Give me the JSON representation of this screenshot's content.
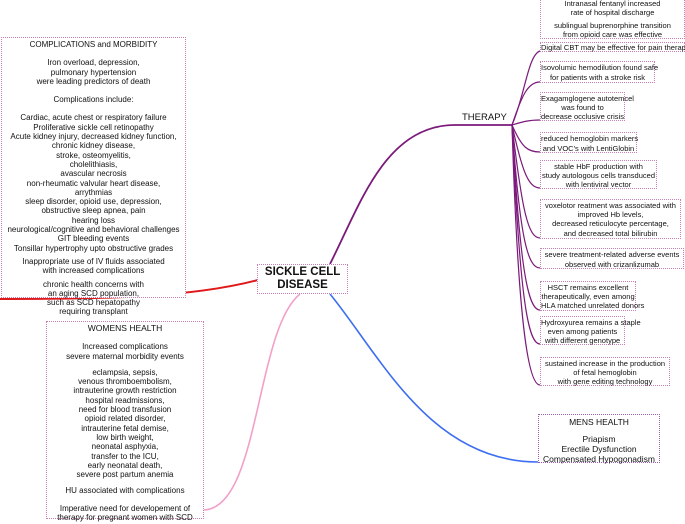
{
  "center": {
    "line1": "SICKLE CELL",
    "line2": "DISEASE"
  },
  "branch_labels": {
    "therapy": "THERAPY"
  },
  "complications": {
    "title": "COMPLICATIONS and MORBIDITY",
    "para1": [
      "Iron overload, depression,",
      "pulmonary hypertension",
      "were leading predictors of death"
    ],
    "para2_title": "Complications include:",
    "para2": [
      "Cardiac, acute chest or respiratory failure",
      "Proliferative sickle cell retinopathy",
      "Acute kidney injury, decreased kidney function,",
      "chronic kidney disease,",
      "stroke, osteomyelitis,",
      "cholelithiasis,",
      "avascular necrosis",
      "non-rheumatic valvular heart disease,",
      "arrythmias",
      "sleep disorder, opioid use, depression,",
      "obstructive sleep apnea, pain",
      "hearing loss",
      "neurological/cognitive and behavioral challenges",
      "GIT bleeding events",
      "Tonsillar hypertrophy upto obstructive grades"
    ],
    "para3": [
      "Inappropriate use of IV fluids associated",
      "with increased complications"
    ],
    "para4": [
      "chronic health concerns with",
      "an aging SCD population,",
      "such as SCD hepatopathy",
      "requiring transplant"
    ]
  },
  "womens": {
    "title": "WOMENS HEALTH",
    "para1": [
      "Increased complications",
      "severe maternal morbidity events"
    ],
    "para2": [
      "eclampsia, sepsis,",
      "venous thromboembolism,",
      "intrauterine growth restriction",
      "hospital readmissions,",
      "need for blood transfusion",
      "opioid related disorder,",
      "intrauterine fetal demise,",
      "low birth weight,",
      "neonatal asphyxia,",
      "transfer to the ICU,",
      "early neonatal death,",
      "severe post partum anemia"
    ],
    "para3": [
      "HU associated with complications"
    ],
    "para4": [
      "Imperative need for developement of",
      "therapy for pregnant women with SCD"
    ]
  },
  "mens": {
    "title": "MENS HEALTH",
    "items": [
      "Priapism",
      "Erectile Dysfunction",
      "Compensated Hypogonadism"
    ]
  },
  "therapy": {
    "top": [
      "Intranasal fentanyl  increased",
      "rate of hospital discharge",
      "",
      "sublingual buprenorphine transition",
      "from opioid care was effective"
    ],
    "items": [
      [
        "Digital CBT may be effective for pain therapy"
      ],
      [
        "Isovolumic hemodilution found safe",
        "for patients with a stroke risk"
      ],
      [
        "Exagamglogene autotemcel",
        "was found to",
        "decrease occlusive crisis"
      ],
      [
        "reduced hemoglobin markers",
        "and VOC's with LentiGlobin"
      ],
      [
        "stable HbF production with",
        "study autologous cells transduced",
        "with lentiviral vector"
      ],
      [
        "voxelotor reatment was associated with",
        "improved Hb levels,",
        "decreased reticulocyte percentage,",
        "and decreased total bilirubin"
      ],
      [
        "severe treatment-related adverse events",
        "observed with crizanlizumab"
      ],
      [
        "HSCT remains excellent",
        "therapeutically, even among",
        "HLA matched unrelated donors"
      ],
      [
        "Hydroxyurea remains a staple",
        "even among patients",
        "with different genotype"
      ],
      [
        "sustained increase in the production",
        "of fetal hemoglobin",
        "with gene editing technology"
      ]
    ]
  },
  "colors": {
    "therapy": "#7b1a7a",
    "complications": "#e0191b",
    "womens": "#f3a0c8",
    "mens": "#3d6ef0",
    "box_border": "#c77fb5"
  }
}
